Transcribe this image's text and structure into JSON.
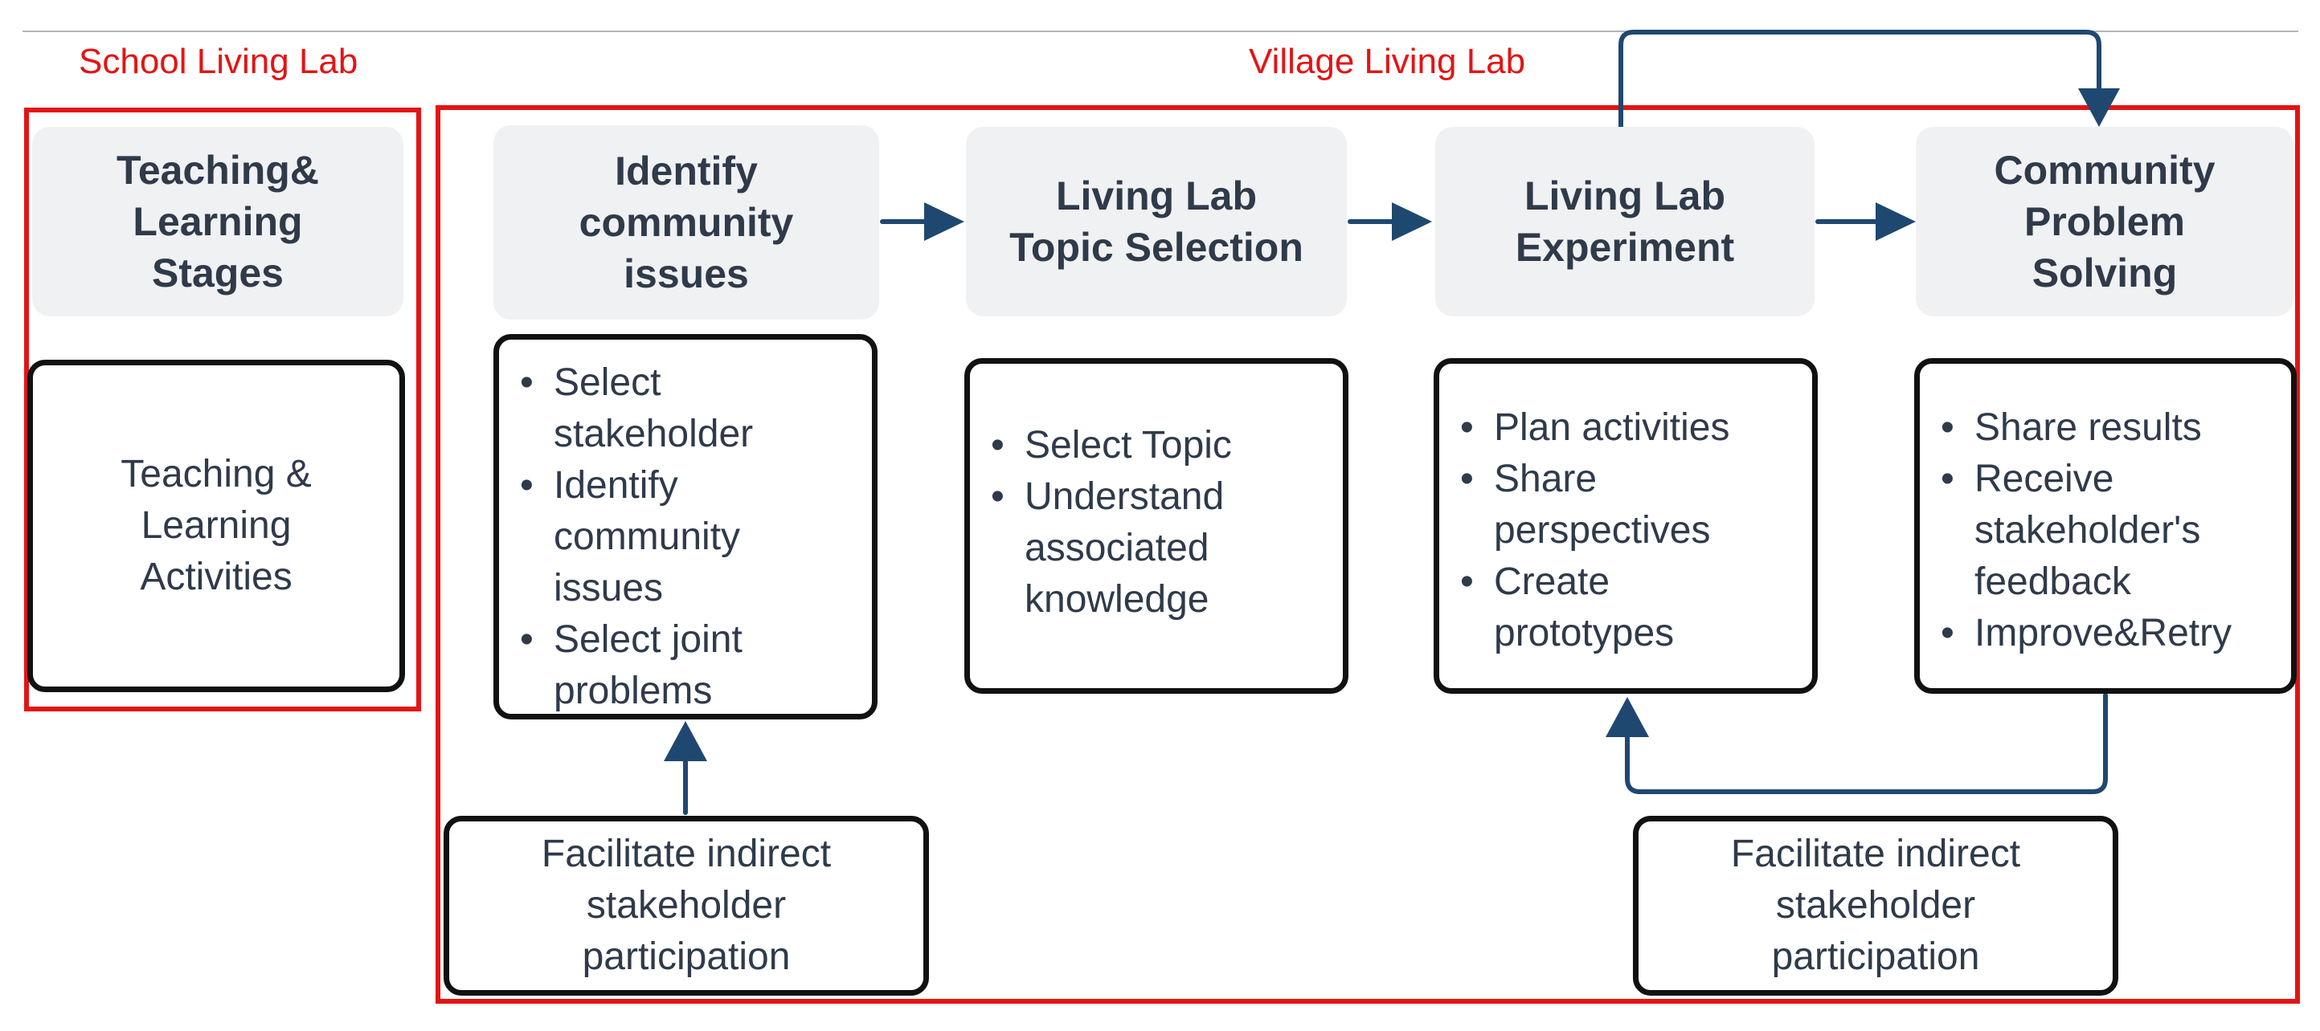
{
  "regions": {
    "school": "School Living Lab",
    "village": "Village Living Lab"
  },
  "stages": {
    "teaching": [
      "Teaching&",
      "Learning",
      "Stages"
    ],
    "identify": [
      "Identify",
      "community",
      "issues"
    ],
    "topic": [
      "Living Lab",
      "Topic Selection"
    ],
    "experiment": [
      "Living Lab",
      "Experiment"
    ],
    "solving": [
      "Community",
      "Problem",
      "Solving"
    ]
  },
  "activities": {
    "teaching": [
      "Teaching &",
      "Learning",
      "Activities"
    ],
    "identify": [
      [
        "Select",
        "stakeholder"
      ],
      [
        "Identify",
        "community",
        "issues"
      ],
      [
        "Select joint",
        "problems"
      ]
    ],
    "topic": [
      [
        "Select Topic"
      ],
      [
        "Understand",
        "associated",
        "knowledge"
      ]
    ],
    "experiment": [
      [
        "Plan activities"
      ],
      [
        "Share",
        "perspectives"
      ],
      [
        "Create",
        "prototypes"
      ]
    ],
    "solving": [
      [
        "Share results"
      ],
      [
        "Receive",
        "stakeholder's",
        "feedback"
      ],
      [
        "Improve&Retry"
      ]
    ]
  },
  "facilitators": {
    "left": [
      "Facilitate indirect",
      "stakeholder",
      "participation"
    ],
    "right": [
      "Facilitate indirect",
      "stakeholder",
      "participation"
    ]
  },
  "colors": {
    "frame_red": "#e31414",
    "arrow_navy": "#1f4870",
    "stage_fill": "#f0f1f3",
    "text": "#2f3a4a",
    "box_border": "#111111"
  }
}
